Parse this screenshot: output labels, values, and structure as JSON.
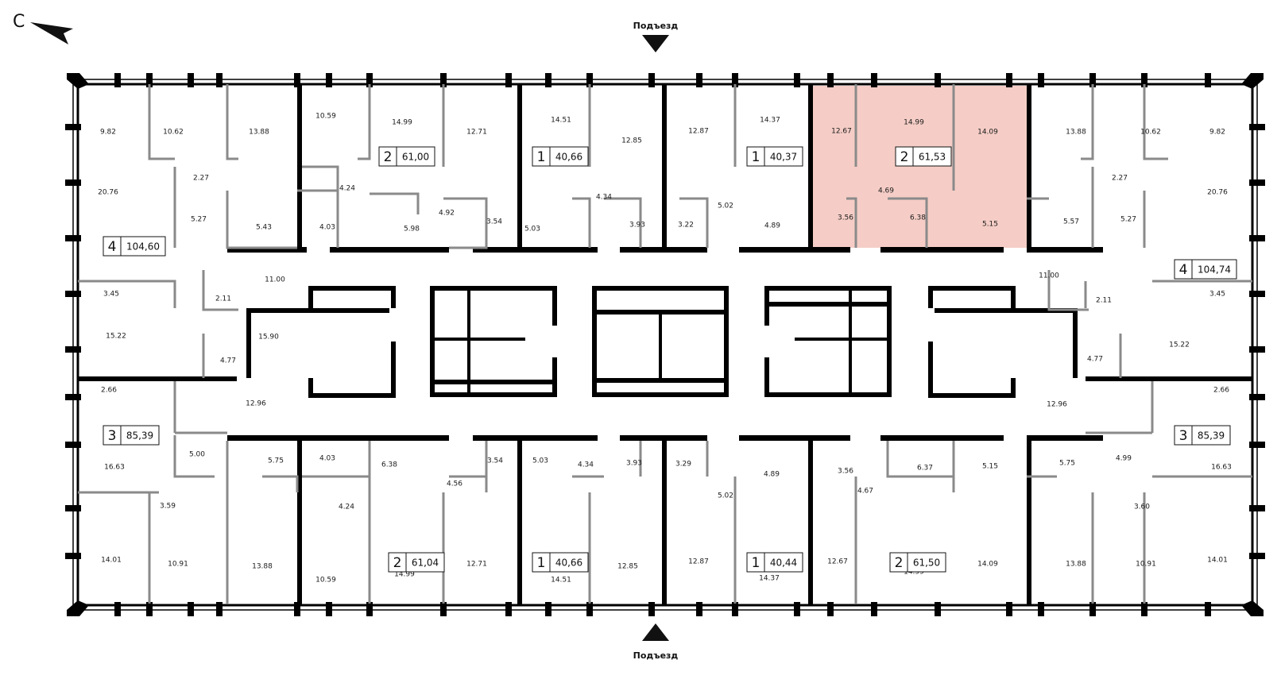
{
  "compass": {
    "letter": "С"
  },
  "entrances": {
    "top_label": "Подъезд",
    "bottom_label": "Подъезд"
  },
  "colors": {
    "highlight": "#f5cdc6",
    "wall": "#000000",
    "thin_wall": "#8a8a8a"
  },
  "apartments": [
    {
      "id": "apt-nw",
      "rooms": "4",
      "area": "104,60"
    },
    {
      "id": "apt-n2",
      "rooms": "2",
      "area": "61,00"
    },
    {
      "id": "apt-n3",
      "rooms": "1",
      "area": "40,66"
    },
    {
      "id": "apt-n4",
      "rooms": "1",
      "area": "40,37"
    },
    {
      "id": "apt-n5",
      "rooms": "2",
      "area": "61,53",
      "highlighted": true
    },
    {
      "id": "apt-ne",
      "rooms": "4",
      "area": "104,74"
    },
    {
      "id": "apt-w",
      "rooms": "3",
      "area": "85,39"
    },
    {
      "id": "apt-e",
      "rooms": "3",
      "area": "85,39"
    },
    {
      "id": "apt-s2",
      "rooms": "2",
      "area": "61,04"
    },
    {
      "id": "apt-s3",
      "rooms": "1",
      "area": "40,66"
    },
    {
      "id": "apt-s4",
      "rooms": "1",
      "area": "40,44"
    },
    {
      "id": "apt-s5",
      "rooms": "2",
      "area": "61,50"
    },
    {
      "id": "apt-sw",
      "rooms": "3",
      "area": "85,39"
    }
  ],
  "rooms": [
    "9.82",
    "10.62",
    "13.88",
    "10.59",
    "14.99",
    "12.71",
    "14.51",
    "12.85",
    "12.87",
    "14.37",
    "12.67",
    "14.99",
    "14.09",
    "13.88",
    "10.62",
    "9.82",
    "20.76",
    "2.27",
    "4.24",
    "4.34",
    "5.02",
    "4.69",
    "2.27",
    "20.76",
    "5.27",
    "5.43",
    "4.03",
    "5.98",
    "4.92",
    "3.54",
    "5.03",
    "3.93",
    "3.22",
    "4.89",
    "3.56",
    "6.38",
    "5.15",
    "5.57",
    "5.27",
    "11.00",
    "11.00",
    "3.45",
    "2.11",
    "2.11",
    "3.45",
    "15.22",
    "15.90",
    "4.77",
    "4.77",
    "15.22",
    "2.66",
    "12.96",
    "12.96",
    "2.66",
    "16.63",
    "5.00",
    "5.75",
    "4.03",
    "6.38",
    "3.54",
    "5.03",
    "4.34",
    "3.93",
    "3.29",
    "4.89",
    "3.56",
    "6.37",
    "5.15",
    "5.75",
    "4.99",
    "16.63",
    "4.56",
    "5.02",
    "4.67",
    "3.59",
    "4.24",
    "3.60",
    "14.01",
    "10.91",
    "13.88",
    "10.59",
    "14.99",
    "12.71",
    "14.51",
    "12.85",
    "12.87",
    "14.37",
    "12.67",
    "14.99",
    "14.09",
    "13.88",
    "10.91",
    "14.01"
  ]
}
